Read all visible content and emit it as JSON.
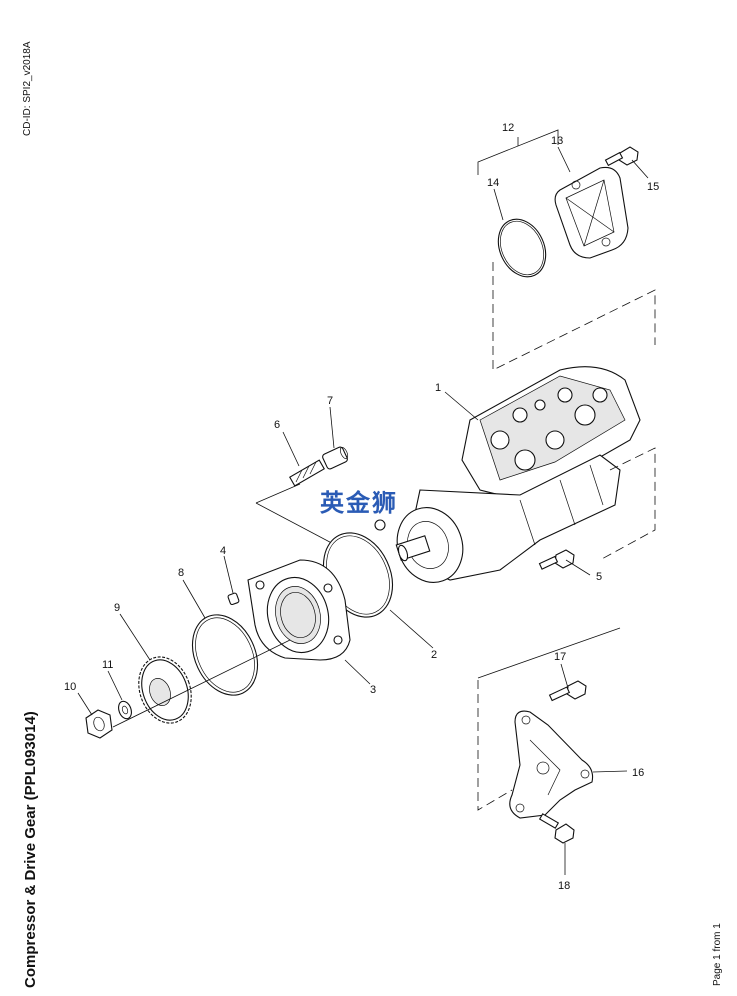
{
  "header": {
    "cd_id": "CD-ID: SPI2_v2018A"
  },
  "title": "Compressor & Drive Gear (PPL093014)",
  "footer": {
    "page_info": "Page 1 from 1"
  },
  "watermark": "英金狮",
  "callouts": [
    {
      "id": "1",
      "label": "1"
    },
    {
      "id": "2",
      "label": "2"
    },
    {
      "id": "3",
      "label": "3"
    },
    {
      "id": "4",
      "label": "4"
    },
    {
      "id": "5",
      "label": "5"
    },
    {
      "id": "6",
      "label": "6"
    },
    {
      "id": "7",
      "label": "7"
    },
    {
      "id": "8",
      "label": "8"
    },
    {
      "id": "9",
      "label": "9"
    },
    {
      "id": "10",
      "label": "10"
    },
    {
      "id": "11",
      "label": "11"
    },
    {
      "id": "12",
      "label": "12"
    },
    {
      "id": "13",
      "label": "13"
    },
    {
      "id": "14",
      "label": "14"
    },
    {
      "id": "15",
      "label": "15"
    },
    {
      "id": "16",
      "label": "16"
    },
    {
      "id": "17",
      "label": "17"
    },
    {
      "id": "18",
      "label": "18"
    }
  ]
}
